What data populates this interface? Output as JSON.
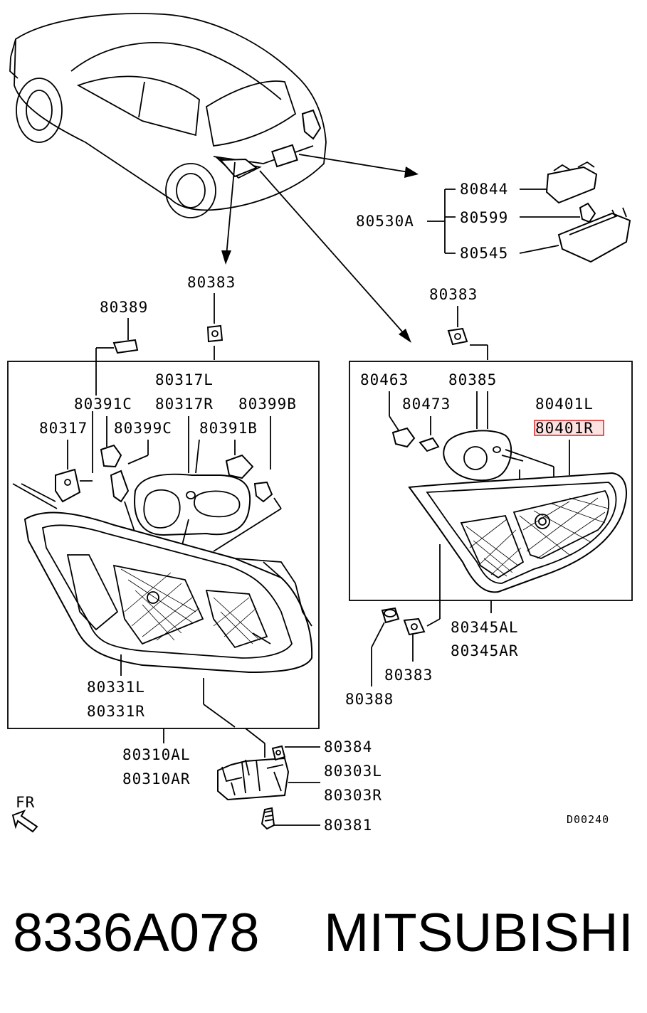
{
  "labels": {
    "p80844": "80844",
    "p80530A": "80530A",
    "p80599": "80599",
    "p80545": "80545",
    "p80383_left": "80383",
    "p80383_right": "80383",
    "p80389": "80389",
    "p80317L": "80317L",
    "p80391C": "80391C",
    "p80317R": "80317R",
    "p80399B": "80399B",
    "p80317": "80317",
    "p80399C": "80399C",
    "p80391B": "80391B",
    "p80331L": "80331L",
    "p80331R": "80331R",
    "p80463": "80463",
    "p80385": "80385",
    "p80473": "80473",
    "p80401L": "80401L",
    "p80401R": "80401R",
    "p80345AL": "80345AL",
    "p80345AR": "80345AR",
    "p80383_bottom": "80383",
    "p80388": "80388",
    "p80310AL": "80310AL",
    "p80310AR": "80310AR",
    "p80384": "80384",
    "p80303L": "80303L",
    "p80303R": "80303R",
    "p80381": "80381",
    "fr": "FR",
    "code": "D00240"
  },
  "highlight_color": "#e03030",
  "footer": {
    "part_number": "8336A078",
    "brand": "MITSUBISHI"
  }
}
